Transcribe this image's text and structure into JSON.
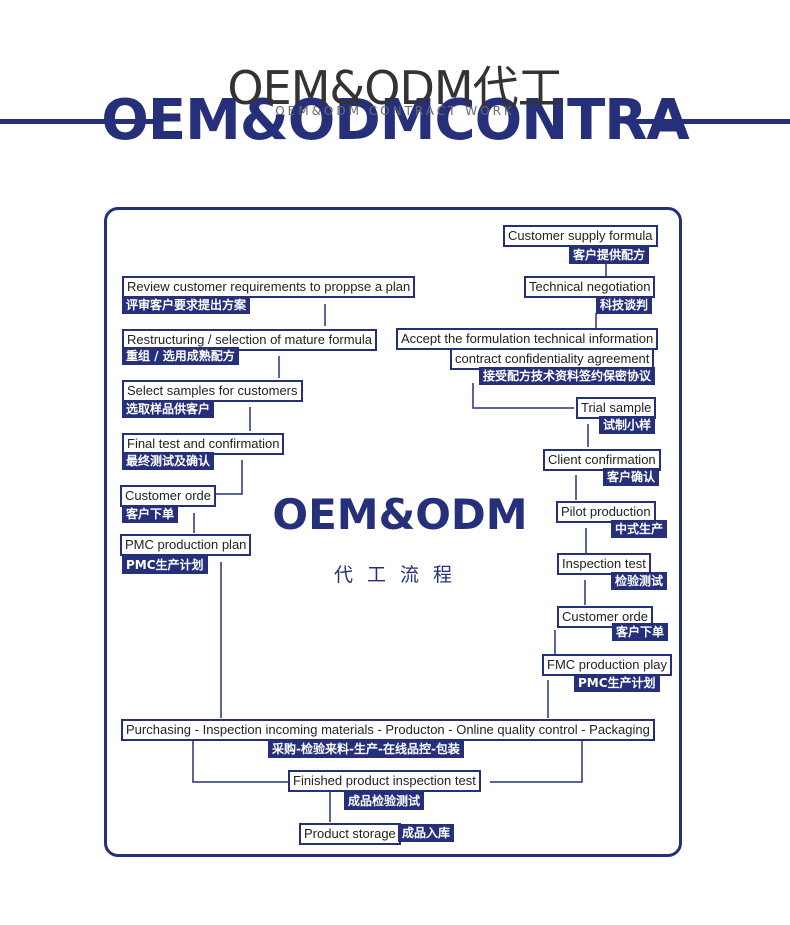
{
  "header": {
    "title": "OEM&ODM代工",
    "background_text": "OEM&ODMCONTRA",
    "subtitle": "OEM&ODM CONTRACT WORK"
  },
  "center": {
    "title": "OEM&ODM",
    "subtitle": "代工流程"
  },
  "left_steps": [
    {
      "en": "Review customer requirements to proppse a plan",
      "cn": "评审客户要求提出方案"
    },
    {
      "en": "Restructuring / selection of mature formula",
      "cn": "重组 / 选用成熟配方"
    },
    {
      "en": "Select samples for customers",
      "cn": "选取样品供客户"
    },
    {
      "en": "Final test and confirmation",
      "cn": "最终测试及确认"
    },
    {
      "en": "Customer orde",
      "cn": "客户下单"
    },
    {
      "en": "PMC production plan",
      "cn": "PMC生产计划"
    }
  ],
  "right_steps": [
    {
      "en": "Customer supply formula",
      "cn": "客户提供配方"
    },
    {
      "en": "Technical negotiation",
      "cn": "科技谈判"
    },
    {
      "en": "Accept the formulation technical information",
      "en2": "contract confidentiality agreement",
      "cn": "接受配方技术资料签约保密协议"
    },
    {
      "en": "Trial sample",
      "cn": "试制小样"
    },
    {
      "en": "Client confirmation",
      "cn": "客户确认"
    },
    {
      "en": "Pilot production",
      "cn": "中式生产"
    },
    {
      "en": "Inspection test",
      "cn": "检验测试"
    },
    {
      "en": "Customer orde",
      "cn": "客户下单"
    },
    {
      "en": "FMC production play",
      "cn": "PMC生产计划"
    }
  ],
  "bottom_steps": [
    {
      "en": "Purchasing - Inspection incoming materials - Producton - Online quality control - Packaging",
      "cn": "采购-检验来料-生产-在线品控-包装"
    },
    {
      "en": "Finished product inspection test",
      "cn": "成品检验测试"
    },
    {
      "en": "Product storage",
      "cn": "成品入库"
    }
  ],
  "colors": {
    "primary": "#26307a",
    "text": "#222222"
  }
}
